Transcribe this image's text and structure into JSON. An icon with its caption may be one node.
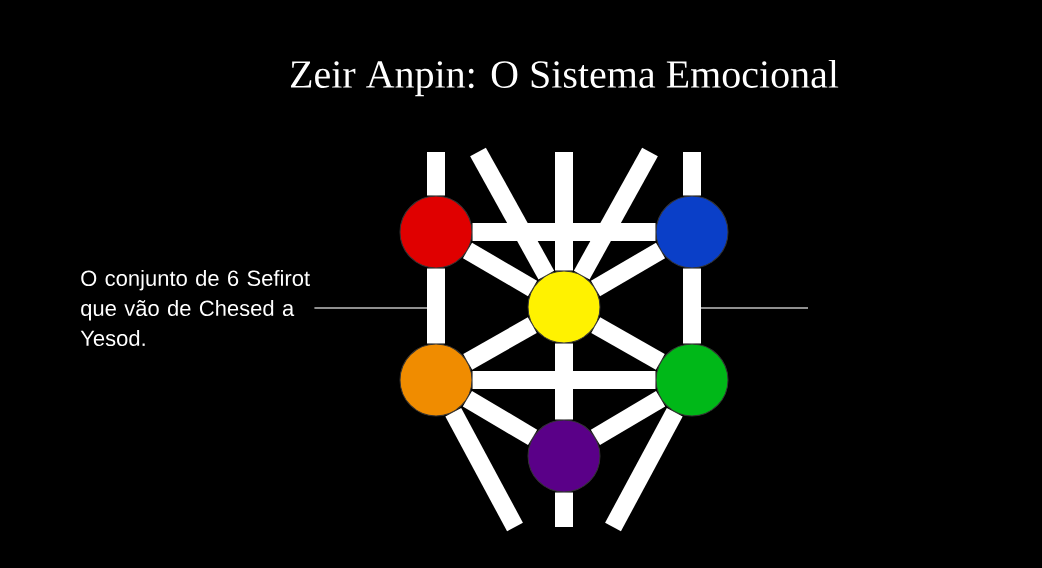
{
  "diagram": {
    "title": "Zeir Anpin: O Sistema Emocional",
    "nodes": [
      {
        "text": [
          "O conjunto de 6 Sefirot que vão de Chesed a Yesod."
        ]
      },
      {
        "text": [],
        "shape": "circle"
      },
      {
        "text": [],
        "shape": "circle"
      },
      {
        "text": [],
        "shape": "circle"
      },
      {
        "text": [],
        "shape": "circle"
      },
      {
        "text": [],
        "shape": "circle"
      },
      {
        "text": [],
        "shape": "circle"
      }
    ],
    "edges": [
      {
        "from": 0,
        "to": null,
        "arrow": "none",
        "color": "#bfbfbf"
      },
      {
        "from": 1,
        "to": 2,
        "arrow": "none"
      },
      {
        "from": 1,
        "to": 3,
        "arrow": "none"
      },
      {
        "from": 2,
        "to": 3,
        "arrow": "none"
      },
      {
        "from": 1,
        "to": 4,
        "arrow": "none"
      },
      {
        "from": 2,
        "to": 5,
        "arrow": "none"
      },
      {
        "from": 3,
        "to": 4,
        "arrow": "none"
      },
      {
        "from": 3,
        "to": 5,
        "arrow": "none"
      },
      {
        "from": 3,
        "to": 6,
        "arrow": "none"
      },
      {
        "from": 4,
        "to": 5,
        "arrow": "none"
      },
      {
        "from": 4,
        "to": 6,
        "arrow": "none"
      },
      {
        "from": 5,
        "to": 6,
        "arrow": "none"
      },
      {
        "from": null,
        "to": 1,
        "arrow": "none"
      },
      {
        "from": null,
        "to": 2,
        "arrow": "none"
      },
      {
        "from": null,
        "to": 3,
        "arrow": "none"
      },
      {
        "from": null,
        "to": 3,
        "arrow": "none"
      },
      {
        "from": null,
        "to": 3,
        "arrow": "none"
      },
      {
        "from": 4,
        "to": null,
        "arrow": "none"
      },
      {
        "from": 5,
        "to": null,
        "arrow": "none"
      },
      {
        "from": 6,
        "to": null,
        "arrow": "none"
      }
    ]
  }
}
